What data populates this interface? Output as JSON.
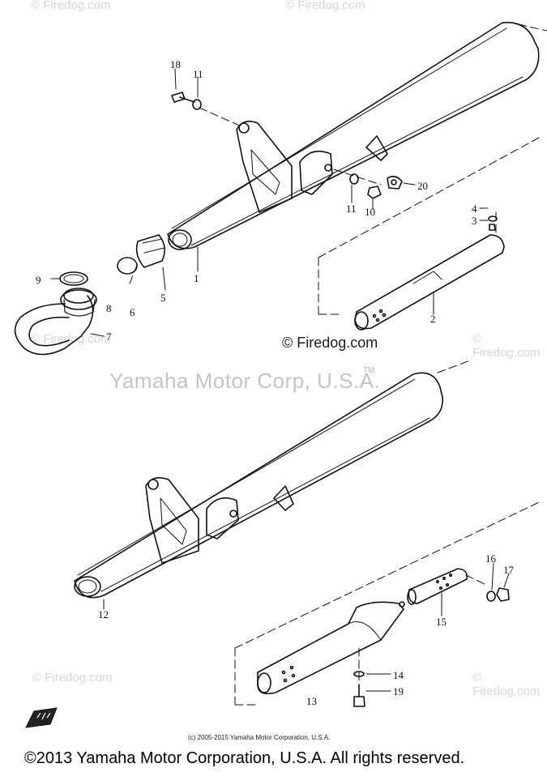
{
  "watermarks": {
    "corner": "© Firedog.com",
    "center": "© Firedog.com",
    "brand": "Yamaha Motor Corp, U.S.A.",
    "tm": "TM"
  },
  "part_numbers": [
    "1",
    "2",
    "3",
    "4",
    "5",
    "6",
    "7",
    "8",
    "9",
    "10",
    "11",
    "11",
    "12",
    "13",
    "14",
    "15",
    "16",
    "17",
    "18",
    "19",
    "20"
  ],
  "footer": {
    "small_copyright": "(c) 2005-2015 Yamaha Motor Corporation, U.S.A.",
    "copyright": "©2013 Yamaha Motor Corporation, U.S.A. All rights reserved."
  },
  "icons": {
    "front_arrow": "front-direction-icon"
  }
}
